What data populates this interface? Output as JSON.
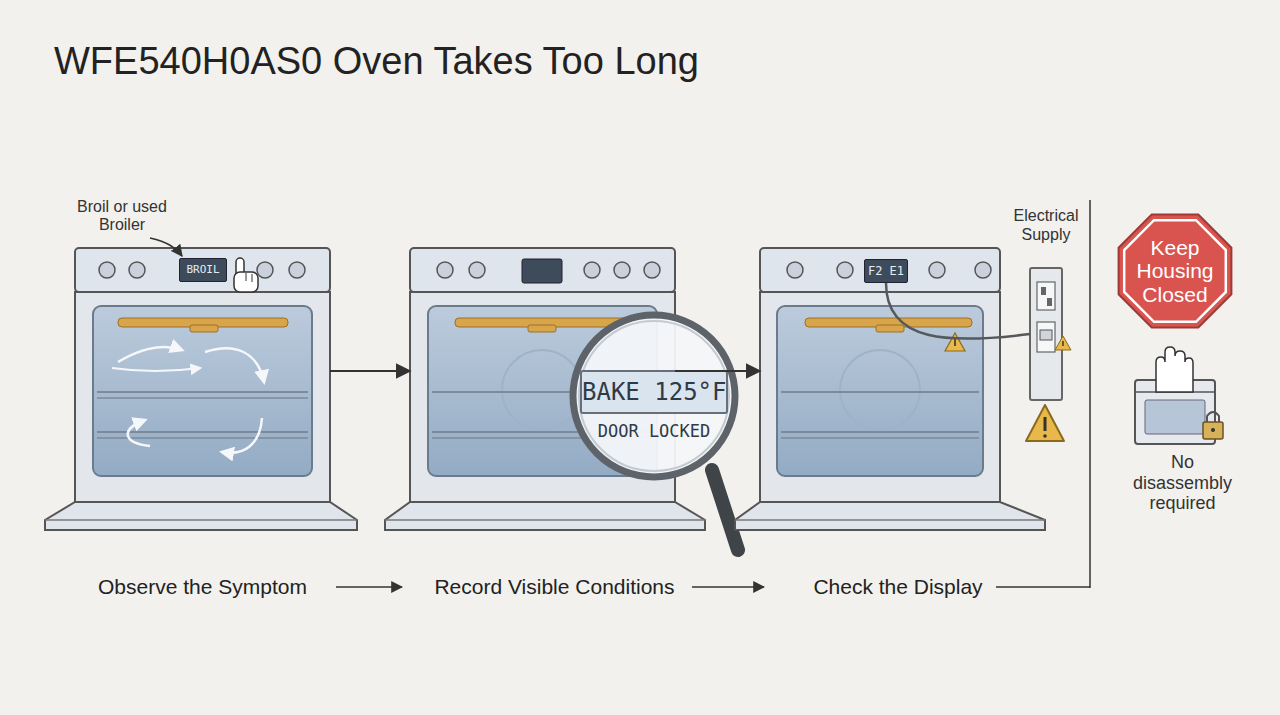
{
  "diagram": {
    "title": "WFE540H0AS0 Oven Takes Too Long",
    "nodes": [
      {
        "text": [
          "Observe the Symptom"
        ]
      },
      {
        "text": [
          "BROIL"
        ],
        "in": 0
      },
      {
        "text": [
          "Record Visible Conditions"
        ]
      },
      {
        "text": [
          "BAKE 125°F",
          "DOOR LOCKED"
        ],
        "in": 2
      },
      {
        "text": [
          "Check the Display"
        ]
      },
      {
        "text": [
          "F2 E1"
        ],
        "in": 4
      },
      {
        "text": [
          "Electrical Supply"
        ]
      },
      {
        "text": [
          "Keep Housing Closed"
        ]
      }
    ],
    "edges": [
      {
        "from": 0,
        "to": 2,
        "arrow": "to"
      },
      {
        "from": 2,
        "to": 4,
        "arrow": "to"
      },
      {
        "from": 5,
        "to": 6,
        "arrow": "none"
      }
    ],
    "labels": [
      "Broil or used Broiler",
      "No disassembly required"
    ]
  }
}
